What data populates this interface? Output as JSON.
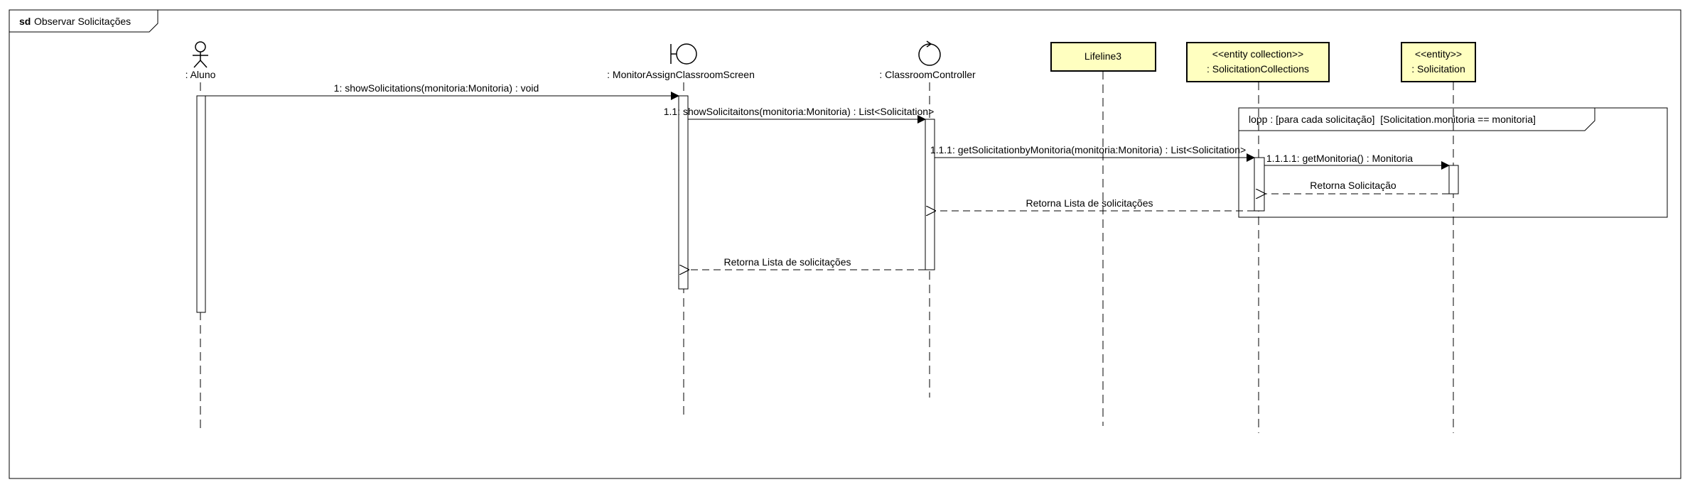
{
  "frame": {
    "keyword": "sd",
    "title": "Observar Solicitações"
  },
  "lifelines": {
    "aluno": {
      "name": ": Aluno",
      "kind": "actor"
    },
    "screen": {
      "name": ": MonitorAssignClassroomScreen",
      "kind": "boundary"
    },
    "controller": {
      "name": ": ClassroomController",
      "kind": "control"
    },
    "lifeline3": {
      "name": "Lifeline3",
      "kind": "box"
    },
    "collections": {
      "stereotype": "<<entity collection>>",
      "name": ": SolicitationCollections",
      "kind": "box"
    },
    "solicitation": {
      "stereotype": "<<entity>>",
      "name": ": Solicitation",
      "kind": "box"
    }
  },
  "messages": {
    "m1": "1: showSolicitations(monitoria:Monitoria) : void",
    "m11": "1.1: showSolicitaitons(monitoria:Monitoria) : List<Solicitation>",
    "m111": "1.1.1: getSolicitationbyMonitoria(monitoria:Monitoria) : List<Solicitation>",
    "m1111": "1.1.1.1: getMonitoria() : Monitoria",
    "r1111": "Retorna Solicitação",
    "r111": "Retorna Lista de solicitações",
    "r11": "Retorna Lista de solicitações"
  },
  "loop_fragment": {
    "label": "lopp : [para cada solicitação]  [Solicitation.monitoria == monitoria]"
  },
  "colors": {
    "lifeline_box_fill": "#FFFFC0",
    "line": "#000000",
    "background": "#FFFFFF"
  }
}
